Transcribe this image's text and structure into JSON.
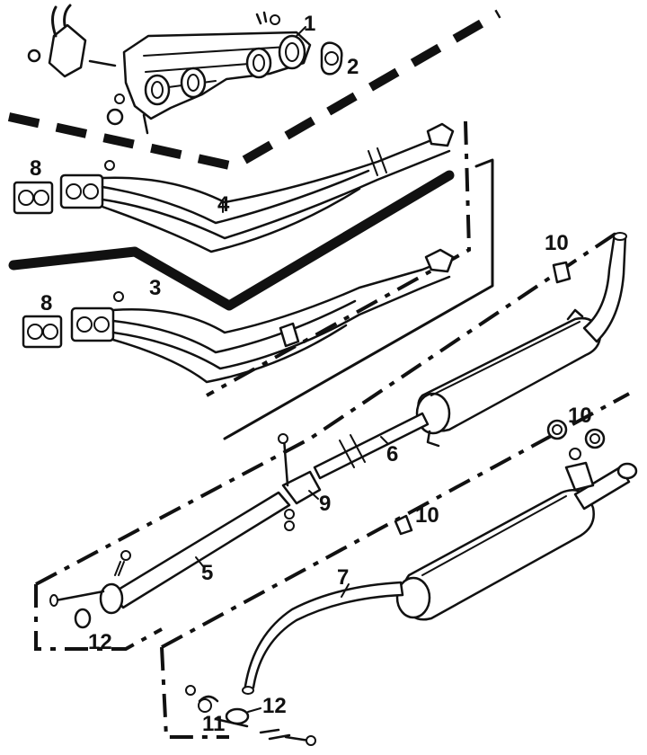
{
  "callouts": {
    "c1": "1",
    "c2": "2",
    "c3": "3",
    "c4": "4",
    "c5": "5",
    "c6": "6",
    "c7": "7",
    "c8a": "8",
    "c8b": "8",
    "c9": "9",
    "c10a": "10",
    "c10b": "10",
    "c10c": "10",
    "c11": "11",
    "c12a": "12",
    "c12b": "12"
  }
}
